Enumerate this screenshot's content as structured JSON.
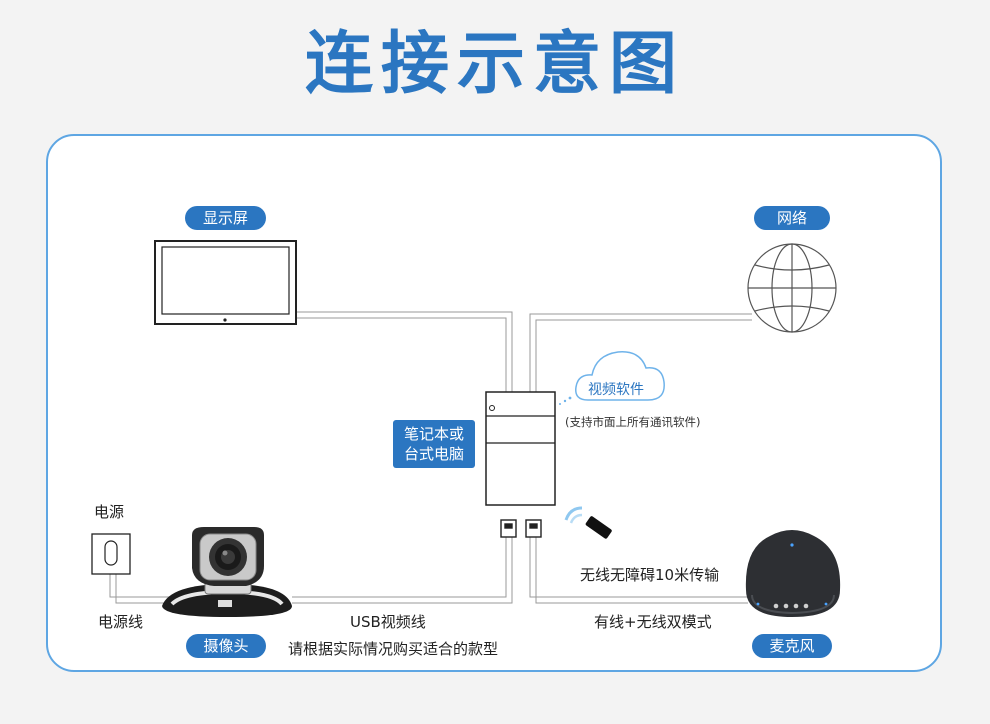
{
  "title": "连接示意图",
  "nodes": {
    "display": "显示屏",
    "network": "网络",
    "pc_line1": "笔记本或",
    "pc_line2": "台式电脑",
    "camera": "摄像头",
    "microphone": "麦克风",
    "power": "电源"
  },
  "cloud": {
    "label": "视频软件",
    "note": "(支持市面上所有通讯软件)"
  },
  "edges": {
    "power_cable": "电源线",
    "usb_cable": "USB视频线",
    "wireless": "无线无障碍10米传输",
    "mic_mode": "有线+无线双模式",
    "camera_note": "请根据实际情况购买适合的款型"
  },
  "colors": {
    "accent": "#2b76c1",
    "panel_border": "#5ea6e3",
    "cloud_stroke": "#6fb3ea"
  }
}
